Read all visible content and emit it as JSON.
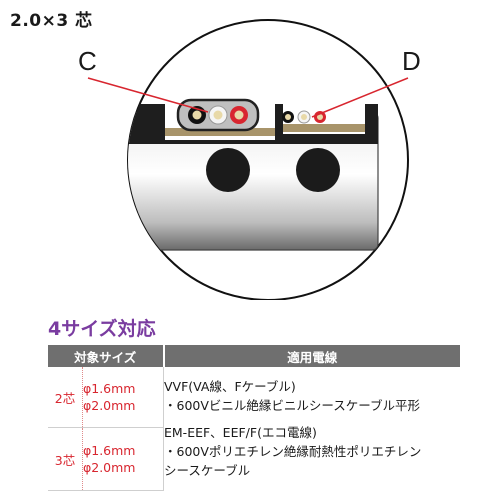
{
  "title": "2.0×3 芯",
  "labels": {
    "left": "C",
    "right": "D"
  },
  "colors": {
    "accent_red": "#d8262f",
    "purple": "#7a3ca0",
    "header_gray": "#6f6f6f",
    "cable_tan": "#a8946a"
  },
  "section_heading": "4サイズ対応",
  "table": {
    "headers": [
      "対象サイズ",
      "適用電線"
    ],
    "rows": [
      {
        "core": "2芯",
        "sizes": [
          "φ1.6mm",
          "φ2.0mm"
        ]
      },
      {
        "core": "3芯",
        "sizes": [
          "φ1.6mm",
          "φ2.0mm"
        ]
      }
    ],
    "applicable": [
      "VVF(VA線、Fケーブル)",
      "・600Vビニル絶縁ビニルシースケーブル平形",
      "EM-EEF、EEF/F(エコ電線)",
      "・600Vポリエチレン絶縁耐熱性ポリエチレン",
      "シースケーブル"
    ]
  }
}
